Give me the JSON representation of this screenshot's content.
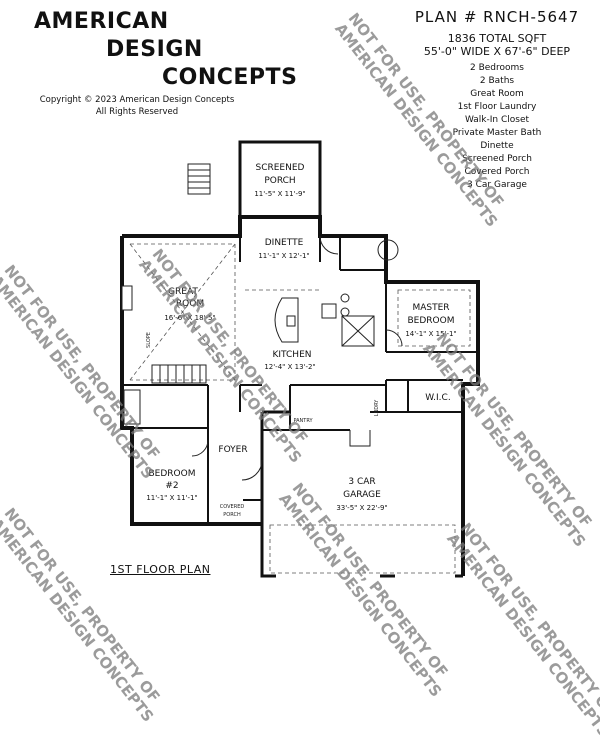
{
  "brand": {
    "line1": "AMERICAN",
    "line2": "DESIGN",
    "line3": "CONCEPTS"
  },
  "copyright": {
    "line1": "Copyright © 2023 American Design Concepts",
    "line2": "All Rights Reserved"
  },
  "plan_info": {
    "plan_number": "PLAN # RNCH-5647",
    "total_sqft": "1836 TOTAL SQFT",
    "dimensions": "55'-0\" WIDE X 67'-6\" DEEP",
    "features": [
      "2 Bedrooms",
      "2 Baths",
      "Great Room",
      "1st Floor Laundry",
      "Walk-In Closet",
      "Private Master Bath",
      "Dinette",
      "Screened Porch",
      "Covered Porch",
      "3 Car Garage"
    ]
  },
  "rooms": {
    "screened_porch": {
      "name_line1": "SCREENED",
      "name_line2": "PORCH",
      "dims": "11'-5\" X 11'-9\""
    },
    "dinette": {
      "name": "DINETTE",
      "dims": "11'-1\" X 12'-1\""
    },
    "great_room": {
      "name_line1": "GREAT",
      "name_line2": "ROOM",
      "dims": "16'-6\" X 18'-5\""
    },
    "master_bedroom": {
      "name_line1": "MASTER",
      "name_line2": "BEDROOM",
      "dims": "14'-1\" X 15'-1\""
    },
    "kitchen": {
      "name": "KITCHEN",
      "dims": "12'-4\" X 13'-2\""
    },
    "wic": {
      "name": "W.I.C."
    },
    "laundry": {
      "name": "LNDRY"
    },
    "pantry": {
      "name": "PANTRY"
    },
    "foyer": {
      "name": "FOYER"
    },
    "bedroom2": {
      "name_line1": "BEDROOM",
      "name_line2": "#2",
      "dims": "11'-1\" X 11'-1\""
    },
    "covered_porch": {
      "name_line1": "COVERED",
      "name_line2": "PORCH"
    },
    "garage": {
      "name_line1": "3 CAR",
      "name_line2": "GARAGE",
      "dims": "33'-5\" X 22'-9\""
    },
    "slope": "SLOPE"
  },
  "floor_title": "1ST FLOOR PLAN",
  "watermark": {
    "line1": "NOT FOR USE, PROPERTY OF",
    "line2": "AMERICAN DESIGN CONCEPTS"
  }
}
